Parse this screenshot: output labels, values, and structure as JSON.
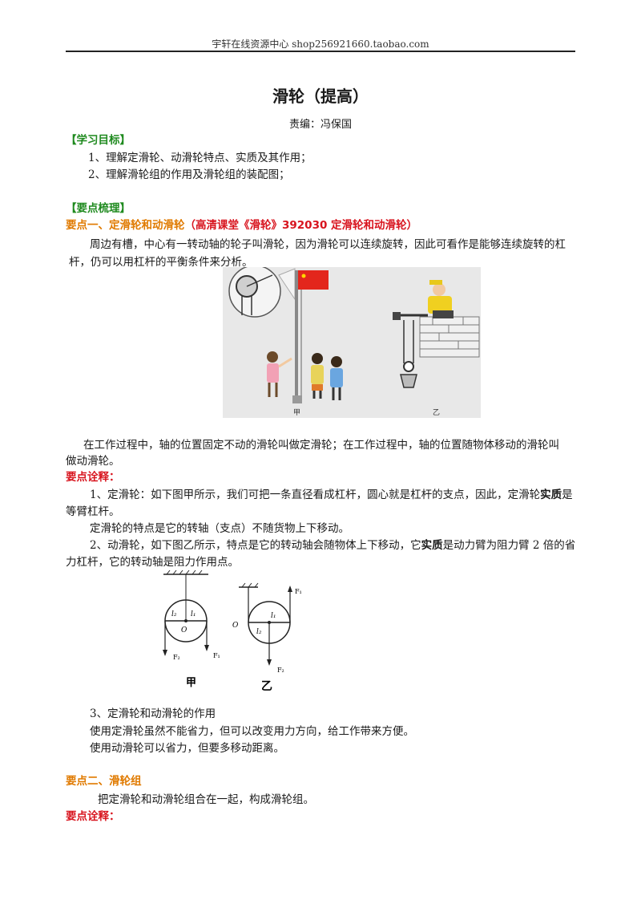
{
  "header": "宇轩在线资源中心   shop256921660.taobao.com",
  "title": "滑轮（提高）",
  "editor": "责编：冯保国",
  "objectives": {
    "heading": "【学习目标】",
    "items": [
      "1、理解定滑轮、动滑轮特点、实质及其作用；",
      "2、理解滑轮组的作用及滑轮组的装配图；"
    ]
  },
  "key_points": {
    "heading": "【要点梳理】",
    "point1_title": "要点一、定滑轮和动滑轮",
    "point1_ref": "（高清课堂《滑轮》392030 定滑轮和动滑轮）",
    "intro_line1": "周边有槽，中心有一转动轴的轮子叫滑轮，因为滑轮可以连续旋转，因此可看作是能够连续旋转的杠",
    "intro_line2": "杆，仍可以用杠杆的平衡条件来分析。",
    "fig1_label_left": "甲",
    "fig1_label_right": "乙",
    "def_line1": "在工作过程中，轴的位置固定不动的滑轮叫做定滑轮；在工作过程中，轴的位置随物体移动的滑轮叫",
    "def_line2": "做动滑轮。",
    "explain_heading": "要点诠释：",
    "fixed_line1_a": "1、定滑轮：如下图甲所示，我们可把一条直径看成杠杆，圆心就是杠杆的支点，因此，定滑轮",
    "fixed_line1_b": "实质",
    "fixed_line1_c": "是",
    "fixed_line2": "等臂杠杆。",
    "fixed_feature": "定滑轮的特点是它的转轴（支点）不随货物上下移动。",
    "movable_line1_a": "2、动滑轮，如下图乙所示，特点是它的转动轴会随物体上下移动，它",
    "movable_line1_b": "实质",
    "movable_line1_c": "是动力臂为阻力臂 2 倍的省",
    "movable_line2": "力杠杆，它的转动轴是阻力作用点。",
    "fig2": {
      "l1": "l₁",
      "l2": "l₂",
      "o": "O",
      "f1": "F₁",
      "f2": "F₂",
      "label_left": "甲",
      "label_right": "乙"
    },
    "usage_title": "3、定滑轮和动滑轮的作用",
    "usage_fixed": "使用定滑轮虽然不能省力，但可以改变用力方向，给工作带来方便。",
    "usage_movable": "使用动滑轮可以省力，但要多移动距离。",
    "point2_title": "要点二、滑轮组",
    "point2_text": "把定滑轮和动滑轮组合在一起，构成滑轮组。",
    "explain_heading2": "要点诠释："
  }
}
